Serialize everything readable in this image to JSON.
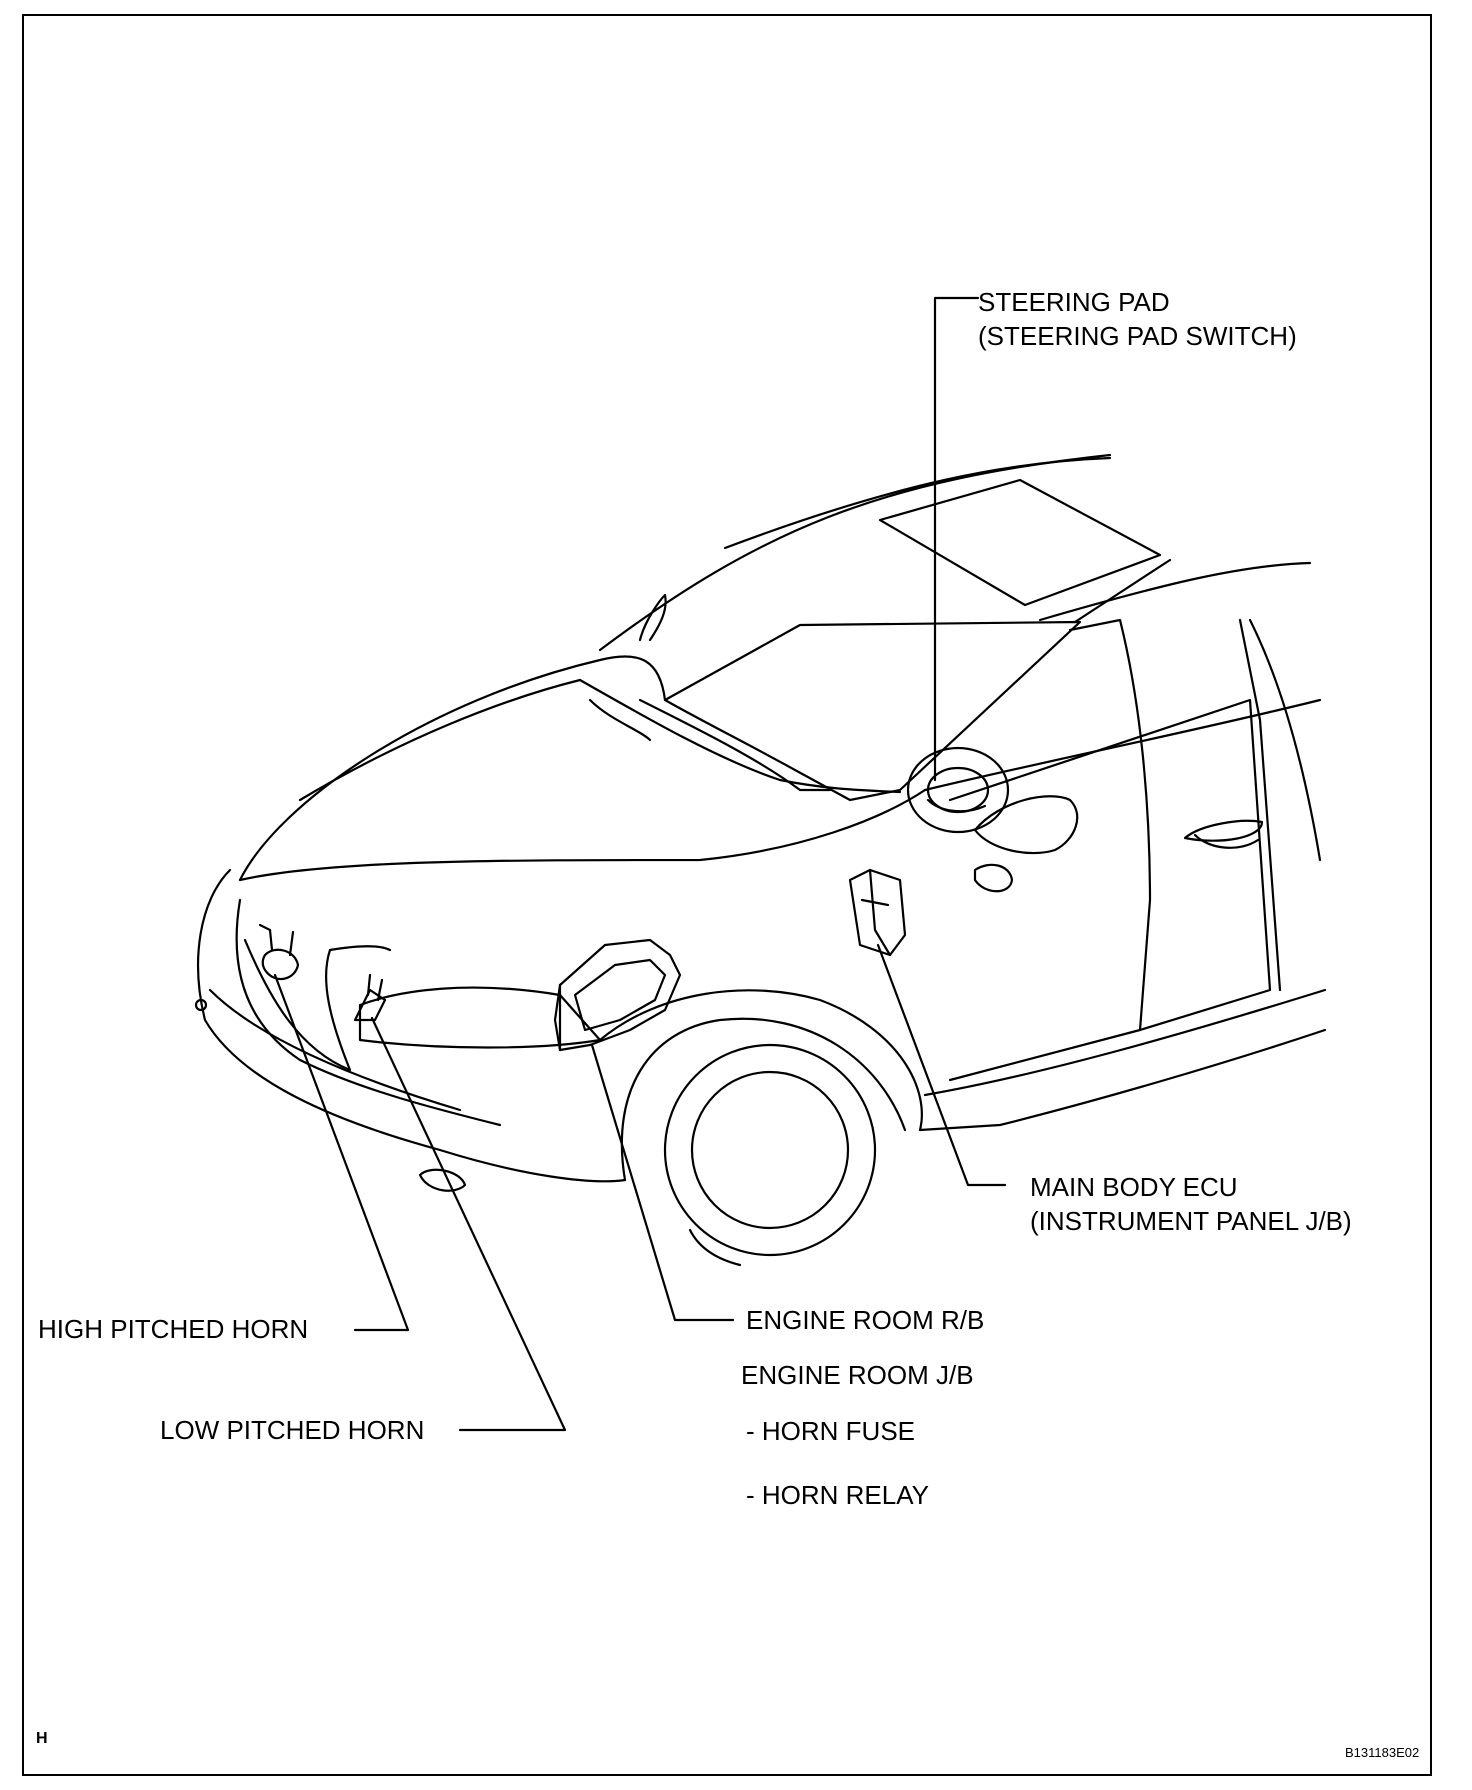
{
  "labels": {
    "steering_pad": "STEERING PAD",
    "steering_pad_switch": "(STEERING PAD SWITCH)",
    "main_body_ecu": "MAIN BODY ECU",
    "instrument_panel_jb": "(INSTRUMENT PANEL J/B)",
    "high_pitched_horn": "HIGH PITCHED HORN",
    "low_pitched_horn": "LOW PITCHED HORN",
    "engine_room_rb": "ENGINE ROOM R/B",
    "engine_room_jb": "ENGINE ROOM J/B",
    "horn_fuse": "- HORN FUSE",
    "horn_relay": "- HORN RELAY"
  },
  "corner_mark": "H",
  "figure_code": "B131183E02"
}
